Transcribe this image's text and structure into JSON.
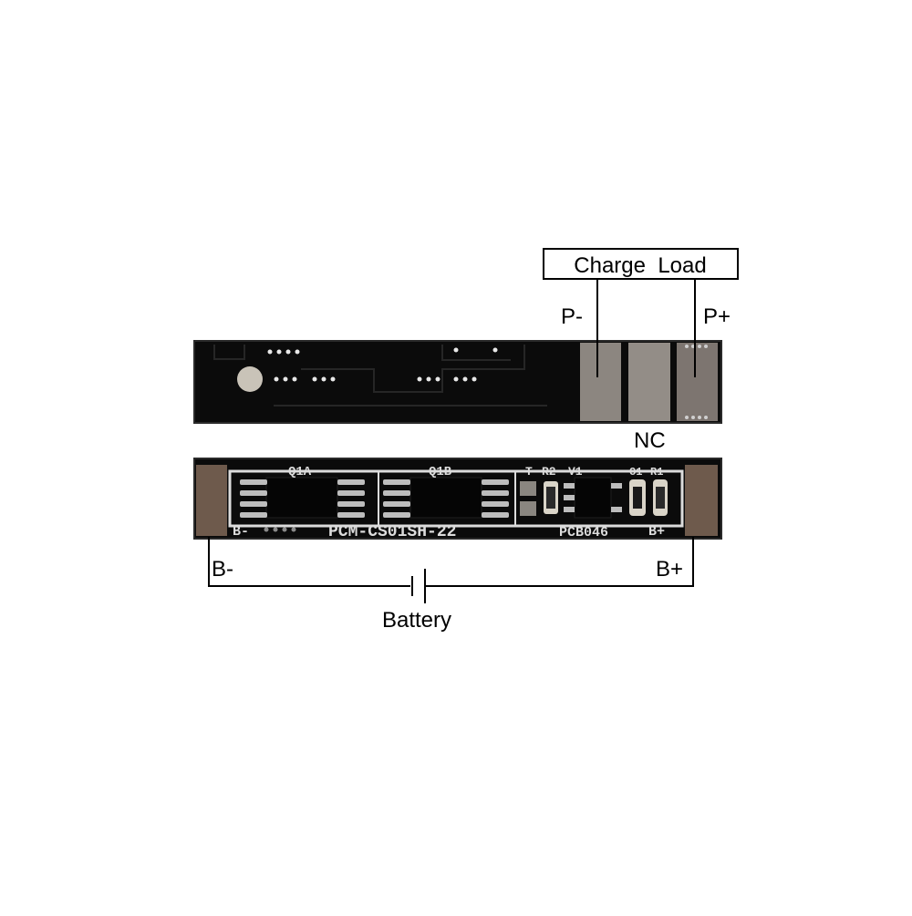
{
  "annotations": {
    "charge_load_box": "Charge  Load",
    "p_minus": "P-",
    "p_plus": "P+",
    "nc": "NC",
    "b_minus": "B-",
    "b_plus": "B+",
    "battery": "Battery"
  },
  "pcb_top": {
    "pad_count": 3
  },
  "pcb_bottom": {
    "silkscreen": {
      "q1a": "Q1A",
      "q1b": "Q1B",
      "t": "T",
      "r2": "R2",
      "v1": "V1",
      "c1": "C1",
      "r1": "R1",
      "b_minus": "B-",
      "b_plus": "B+",
      "model": "PCM-CS01SH-22",
      "code": "PCB046"
    }
  },
  "colors": {
    "board": "#0b0b0b",
    "board_edge": "#2a2a2a",
    "pad": "#8c8680",
    "pad_end": "#6e5a4c",
    "silk": "#dcdcdc",
    "wire": "#000000"
  }
}
